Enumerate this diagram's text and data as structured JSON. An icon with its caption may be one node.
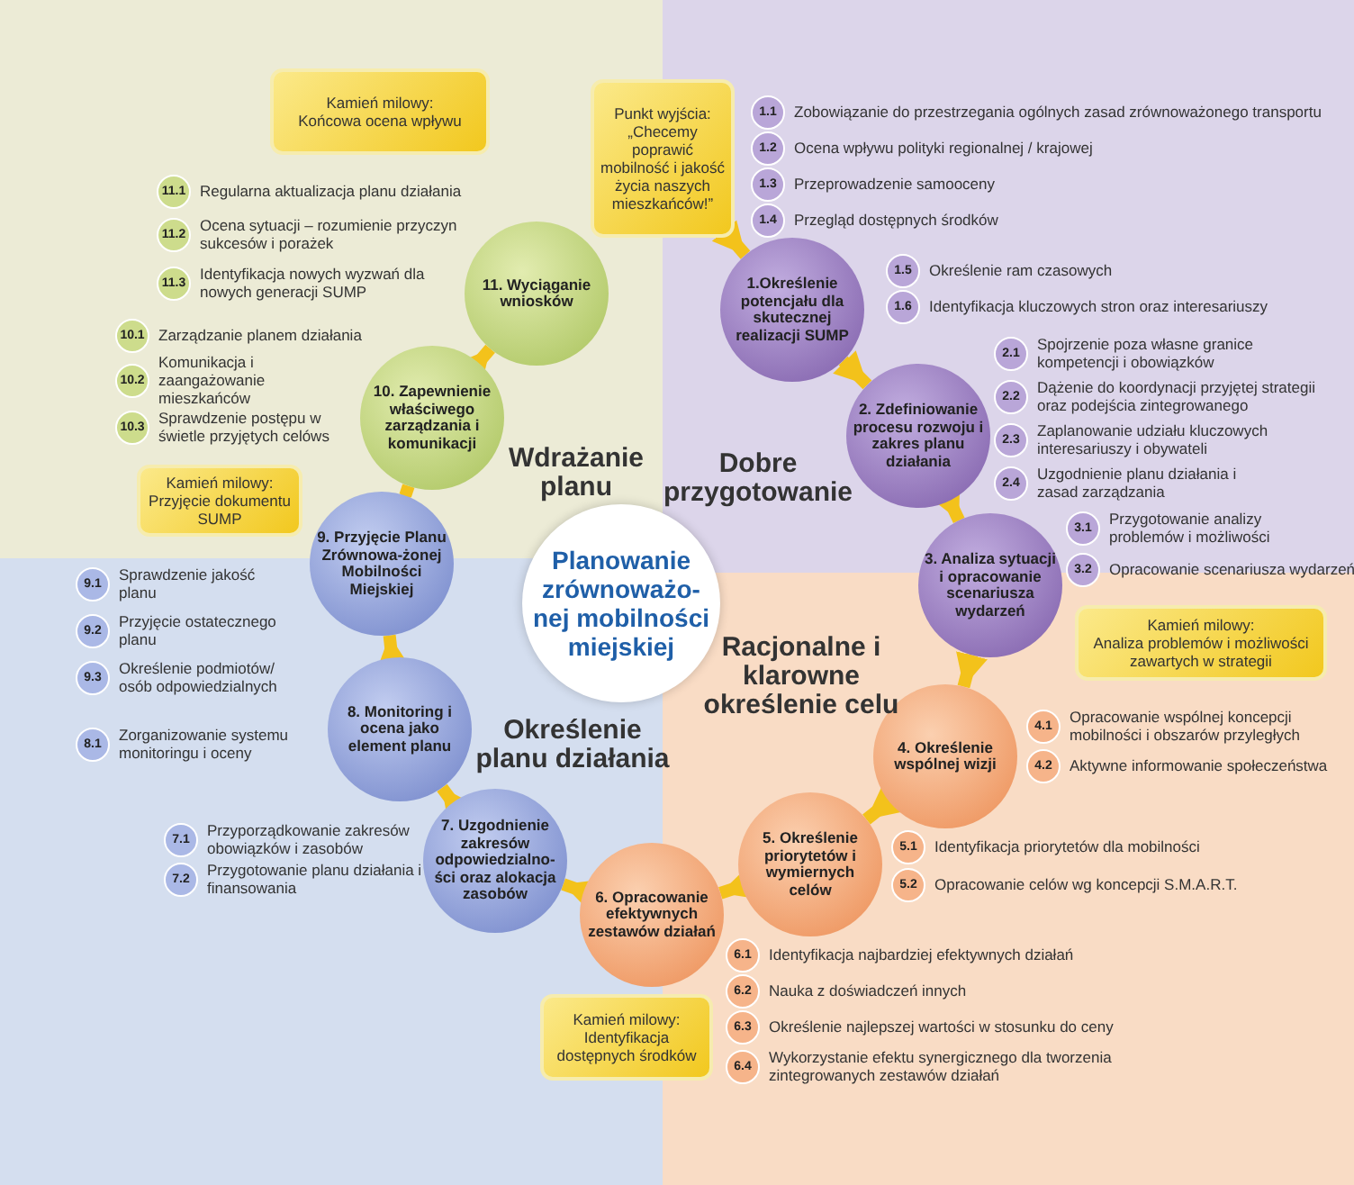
{
  "diagram": {
    "nodes": [
      {
        "text": [
          "Punkt wyjścia:",
          "„Checemy poprawić mobilność i jakość życia naszych mieszkańców!”"
        ]
      },
      {
        "text": [
          "1.Określenie potencjału dla skutecznej realizacji SUMP"
        ]
      },
      {
        "text": [
          "2. Zdefiniowanie procesu rozwoju i zakres planu działania"
        ]
      },
      {
        "text": [
          "3. Analiza sytuacji i opracowanie scenariusza wydarzeń"
        ]
      },
      {
        "text": [
          "4. Określenie wspólnej wizji"
        ]
      },
      {
        "text": [
          "5. Określenie priorytetów i wymiernych celów"
        ]
      },
      {
        "text": [
          "6. Opracowanie efektywnych zestawów działań"
        ]
      },
      {
        "text": [
          "7. Uzgodnienie zakresów odpowiedzialno-ści oraz alokacja zasobów"
        ]
      },
      {
        "text": [
          "8. Monitoring i ocena jako element planu"
        ]
      },
      {
        "text": [
          "9. Przyjęcie Planu Zrównowa-żonej Mobilności Miejskiej"
        ]
      },
      {
        "text": [
          "10. Zapewnienie właściwego zarządzania i komunikacji"
        ]
      },
      {
        "text": [
          "11. Wyciąganie wniosków"
        ]
      },
      {
        "text": [
          "Planowanie zrównoważo-nej mobilności miejskiej"
        ]
      },
      {
        "text": [
          "Kamień milowy:",
          "Końcowa ocena wpływu"
        ]
      },
      {
        "text": [
          "Kamień milowy:",
          "Przyjęcie dokumentu SUMP"
        ]
      },
      {
        "text": [
          "Kamień milowy:",
          "Analiza problemów i możliwości zawartych w strategii"
        ]
      },
      {
        "text": [
          "Kamień milowy:",
          "Identyfikacja dostępnych środków"
        ]
      },
      {
        "text": [
          "1.1"
        ],
        "beside": [
          "Zobowiązanie do przestrzegania ogólnych zasad zrównoważonego transportu"
        ]
      },
      {
        "text": [
          "1.2"
        ],
        "beside": [
          "Ocena wpływu polityki regionalnej / krajowej"
        ]
      },
      {
        "text": [
          "1.3"
        ],
        "beside": [
          "Przeprowadzenie samooceny"
        ]
      },
      {
        "text": [
          "1.4"
        ],
        "beside": [
          "Przegląd dostępnych środków"
        ]
      },
      {
        "text": [
          "1.5"
        ],
        "beside": [
          "Określenie ram czasowych"
        ]
      },
      {
        "text": [
          "1.6"
        ],
        "beside": [
          "Identyfikacja kluczowych stron oraz interesariuszy"
        ]
      },
      {
        "text": [
          "2.1"
        ],
        "beside": [
          "Spojrzenie poza własne granice kompetencji i obowiązków"
        ]
      },
      {
        "text": [
          "2.2"
        ],
        "beside": [
          "Dążenie do koordynacji przyjętej strategii oraz podejścia zintegrowanego"
        ]
      },
      {
        "text": [
          "2.3"
        ],
        "beside": [
          "Zaplanowanie udziału kluczowych interesariuszy i obywateli"
        ]
      },
      {
        "text": [
          "2.4"
        ],
        "beside": [
          "Uzgodnienie planu działania i zasad zarządzania"
        ]
      },
      {
        "text": [
          "3.1"
        ],
        "beside": [
          "Przygotowanie analizy problemów i możliwości"
        ]
      },
      {
        "text": [
          "3.2"
        ],
        "beside": [
          "Opracowanie scenariusza wydarzeń"
        ]
      },
      {
        "text": [
          "4.1"
        ],
        "beside": [
          "Opracowanie wspólnej koncepcji mobilności i obszarów przyległych"
        ]
      },
      {
        "text": [
          "4.2"
        ],
        "beside": [
          "Aktywne informowanie społeczeństwa"
        ]
      },
      {
        "text": [
          "5.1"
        ],
        "beside": [
          "Identyfikacja priorytetów dla mobilności"
        ]
      },
      {
        "text": [
          "5.2"
        ],
        "beside": [
          "Opracowanie celów wg koncepcji S.M.A.R.T."
        ]
      },
      {
        "text": [
          "6.1"
        ],
        "beside": [
          "Identyfikacja najbardziej efektywnych działań"
        ]
      },
      {
        "text": [
          "6.2"
        ],
        "beside": [
          "Nauka z doświadczeń innych"
        ]
      },
      {
        "text": [
          "6.3"
        ],
        "beside": [
          "Określenie najlepszej wartości w stosunku do ceny"
        ]
      },
      {
        "text": [
          "6.4"
        ],
        "beside": [
          "Wykorzystanie efektu synergicznego dla tworzenia zintegrowanych zestawów działań"
        ]
      },
      {
        "text": [
          "7.1"
        ],
        "beside": [
          "Przyporządkowanie zakresów obowiązków i zasobów"
        ]
      },
      {
        "text": [
          "7.2"
        ],
        "beside": [
          "Przygotowanie planu działania i finansowania"
        ]
      },
      {
        "text": [
          "8.1"
        ],
        "beside": [
          "Zorganizowanie systemu monitoringu i oceny"
        ]
      },
      {
        "text": [
          "9.1"
        ],
        "beside": [
          "Sprawdzenie jakość planu"
        ]
      },
      {
        "text": [
          "9.2"
        ],
        "beside": [
          "Przyjęcie ostatecznego planu"
        ]
      },
      {
        "text": [
          "9.3"
        ],
        "beside": [
          "Określenie podmiotów/ osób odpowiedzialnych"
        ]
      },
      {
        "text": [
          "10.1"
        ],
        "beside": [
          "Zarządzanie planem działania"
        ]
      },
      {
        "text": [
          "10.2"
        ],
        "beside": [
          "Komunikacja i zaangażowanie mieszkańców"
        ]
      },
      {
        "text": [
          "10.3"
        ],
        "beside": [
          "Sprawdzenie postępu w świetle przyjętych celóws"
        ]
      },
      {
        "text": [
          "11.1"
        ],
        "beside": [
          "Regularna aktualizacja planu działania"
        ]
      },
      {
        "text": [
          "11.2"
        ],
        "beside": [
          "Ocena sytuacji – rozumienie przyczyn sukcesów i porażek"
        ]
      },
      {
        "text": [
          "11.3"
        ],
        "beside": [
          "Identyfikacja nowych wyzwań dla nowych generacji SUMP"
        ]
      }
    ],
    "edges": [
      {
        "from": 0,
        "to": 1,
        "arrow": "to"
      },
      {
        "from": 1,
        "to": 2,
        "arrow": "to"
      },
      {
        "from": 2,
        "to": 3,
        "arrow": "to"
      },
      {
        "from": 3,
        "to": 4,
        "arrow": "to"
      },
      {
        "from": 4,
        "to": 5,
        "arrow": "to"
      },
      {
        "from": 5,
        "to": 6,
        "arrow": "to"
      },
      {
        "from": 6,
        "to": 7,
        "arrow": "to"
      },
      {
        "from": 7,
        "to": 8,
        "arrow": "to"
      },
      {
        "from": 8,
        "to": 9,
        "arrow": "to"
      },
      {
        "from": 9,
        "to": 10,
        "arrow": "to"
      },
      {
        "from": 10,
        "to": 11,
        "arrow": "to"
      }
    ],
    "labels": [
      "Wdrażanie planu",
      "Dobre przygotowanie",
      "Określenie planu działania",
      "Racjonalne i klarowne określenie celu"
    ]
  }
}
